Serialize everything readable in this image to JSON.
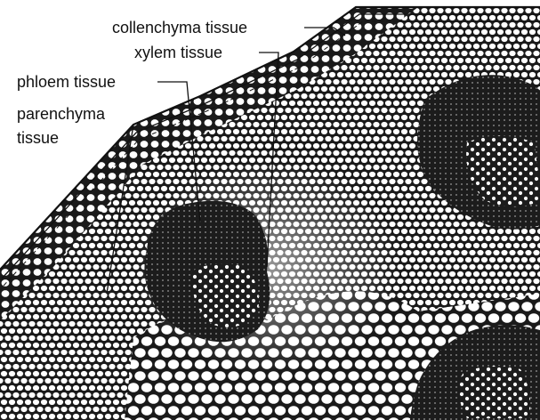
{
  "labels": {
    "collenchyma": "collenchyma tissue",
    "xylem": "xylem tissue",
    "phloem": "phloem tissue",
    "parenchyma_line1": "parenchyma",
    "parenchyma_line2": "tissue"
  },
  "colors": {
    "background": "#ffffff",
    "ink": "#111111",
    "cell_wall": "#1a1a1a",
    "cell_interior": "#ffffff",
    "vascular_bundle": "#1c1c1c"
  }
}
